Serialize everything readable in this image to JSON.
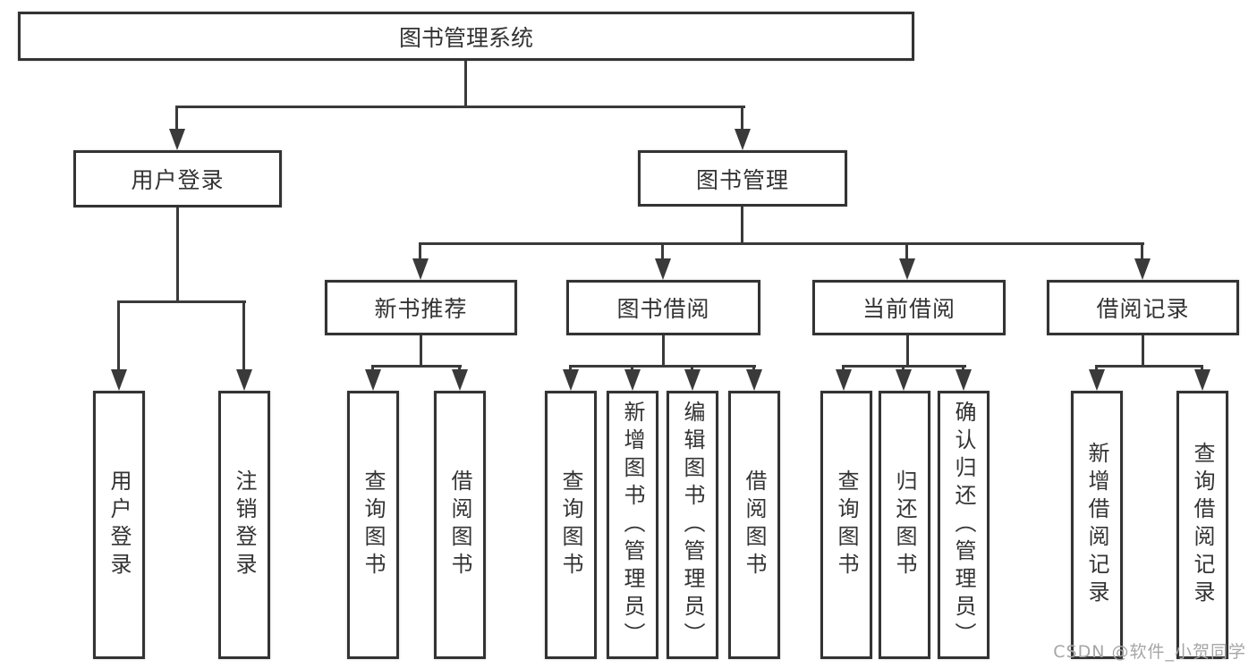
{
  "tree": {
    "root": {
      "label": "图书管理系统"
    },
    "level2": [
      {
        "label": "用户登录",
        "children": [
          {
            "label": "用户登录"
          },
          {
            "label": "注销登录"
          }
        ]
      },
      {
        "label": "图书管理",
        "children": [
          {
            "label": "新书推荐",
            "children": [
              {
                "label": "查询图书"
              },
              {
                "label": "借阅图书"
              }
            ]
          },
          {
            "label": "图书借阅",
            "children": [
              {
                "label": "查询图书"
              },
              {
                "label": "新增图书（管理员）"
              },
              {
                "label": "编辑图书（管理员）"
              },
              {
                "label": "借阅图书"
              }
            ]
          },
          {
            "label": "当前借阅",
            "children": [
              {
                "label": "查询图书"
              },
              {
                "label": "归还图书"
              },
              {
                "label": "确认归还（管理员）"
              }
            ]
          },
          {
            "label": "借阅记录",
            "children": [
              {
                "label": "新增借阅记录"
              },
              {
                "label": "查询借阅记录"
              }
            ]
          }
        ]
      }
    ]
  },
  "watermark": {
    "text": "CSDN @软件_小贺同学"
  },
  "colors": {
    "line": "#3a3a3a",
    "box_border": "#333333",
    "text": "#333333",
    "background": "#ffffff",
    "watermark": "#a6a6a6"
  }
}
